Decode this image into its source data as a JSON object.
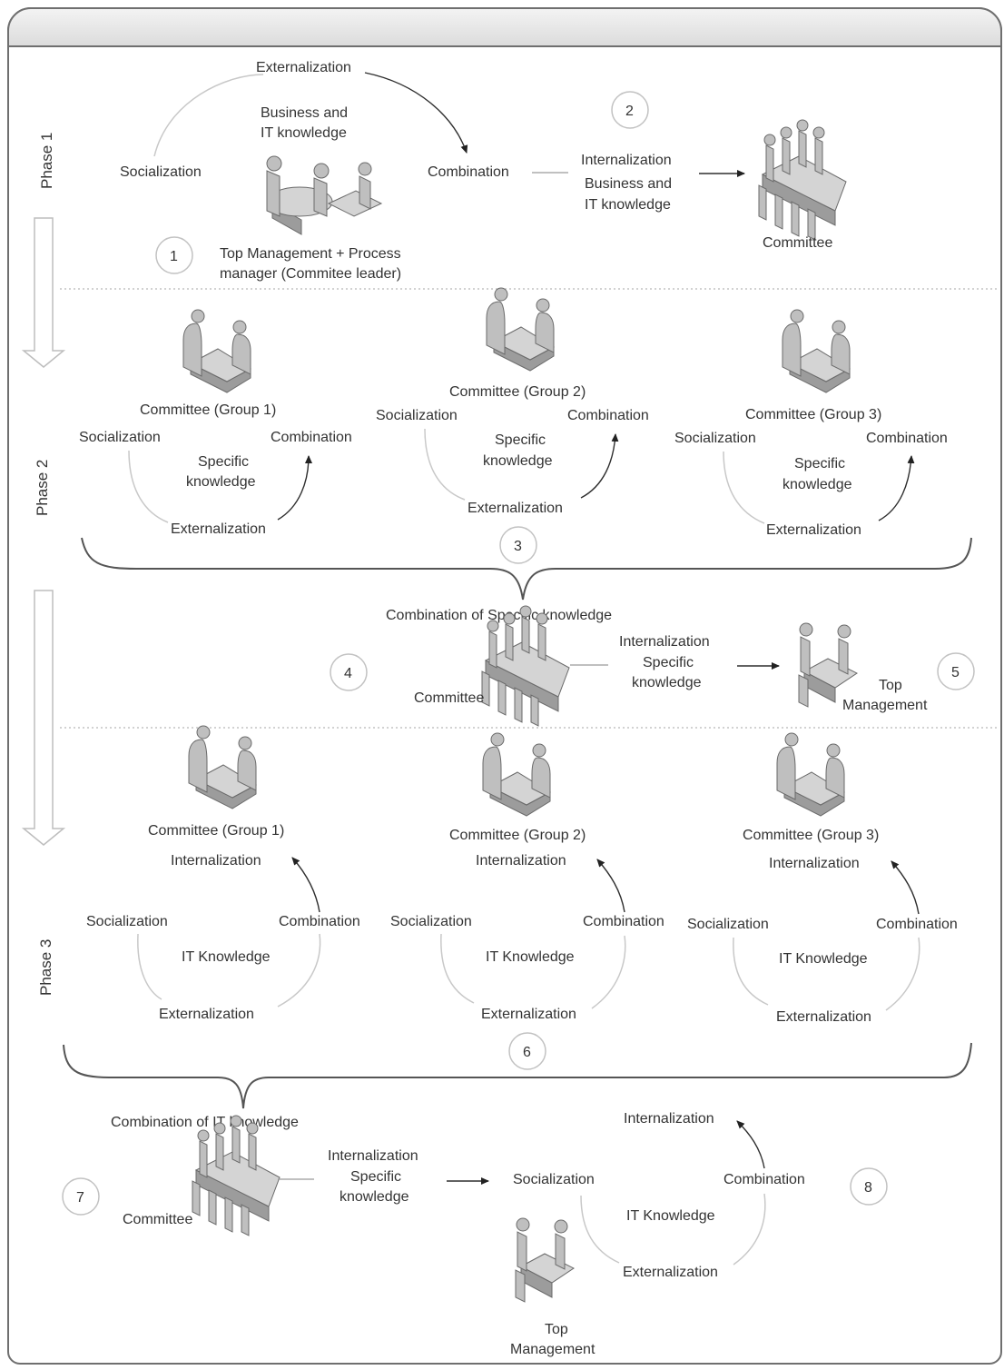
{
  "phases": {
    "p1": "Phase 1",
    "p2": "Phase 2",
    "p3": "Phase 3"
  },
  "steps": [
    "1",
    "2",
    "3",
    "4",
    "5",
    "6",
    "7",
    "8"
  ],
  "phase1": {
    "externalization": "Externalization",
    "socialization": "Socialization",
    "combination": "Combination",
    "knowledge_l1": "Business and",
    "knowledge_l2": "IT knowledge",
    "actor_l1": "Top Management + Process",
    "actor_l2": "manager (Commitee leader)",
    "internalization": "Internalization",
    "int_knowledge_l1": "Business and",
    "int_knowledge_l2": "IT knowledge",
    "committee": "Committee"
  },
  "phase2": {
    "groups": [
      {
        "title": "Committee (Group 1)",
        "socialization": "Socialization",
        "combination": "Combination",
        "k1": "Specific",
        "k2": "knowledge",
        "externalization": "Externalization"
      },
      {
        "title": "Committee (Group 2)",
        "socialization": "Socialization",
        "combination": "Combination",
        "k1": "Specific",
        "k2": "knowledge",
        "externalization": "Externalization"
      },
      {
        "title": "Committee (Group 3)",
        "socialization": "Socialization",
        "combination": "Combination",
        "k1": "Specific",
        "k2": "knowledge",
        "externalization": "Externalization"
      }
    ],
    "combination_title": "Combination of Specific knowledge",
    "committee": "Committee",
    "internalization": "Internalization",
    "k1": "Specific",
    "k2": "knowledge",
    "top1": "Top",
    "top2": "Management"
  },
  "phase3": {
    "groups": [
      {
        "title": "Committee (Group 1)",
        "internalization": "Internalization",
        "socialization": "Socialization",
        "combination": "Combination",
        "k": "IT Knowledge",
        "externalization": "Externalization"
      },
      {
        "title": "Committee (Group 2)",
        "internalization": "Internalization",
        "socialization": "Socialization",
        "combination": "Combination",
        "k": "IT Knowledge",
        "externalization": "Externalization"
      },
      {
        "title": "Committee (Group 3)",
        "internalization": "Internalization",
        "socialization": "Socialization",
        "combination": "Combination",
        "k": "IT Knowledge",
        "externalization": "Externalization"
      }
    ],
    "combination_title": "Combination of IT knowledge",
    "committee": "Committee",
    "internalization": "Internalization",
    "k1": "Specific",
    "k2": "knowledge",
    "final": {
      "internalization": "Internalization",
      "socialization": "Socialization",
      "combination": "Combination",
      "k": "IT Knowledge",
      "externalization": "Externalization",
      "top1": "Top",
      "top2": "Management"
    }
  }
}
